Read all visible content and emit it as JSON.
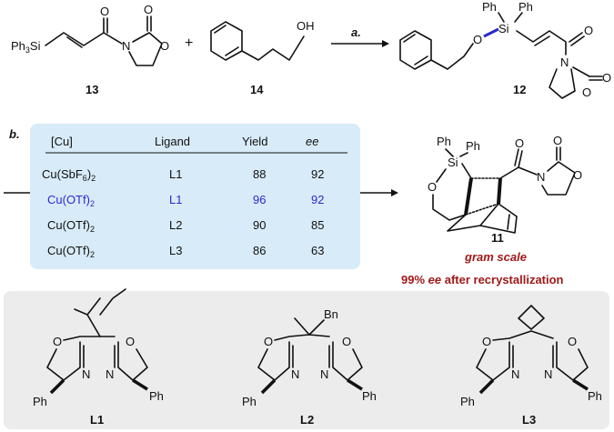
{
  "reaction": {
    "step_a": "a.",
    "step_b": "b.",
    "compounds": {
      "c13": "13",
      "c14": "14",
      "c12": "12",
      "c11": "11"
    },
    "atoms": {
      "ph3si": "Ph",
      "ph3si_sub": "3",
      "ph3si_si": "Si",
      "o": "O",
      "n": "N",
      "oh": "OH",
      "ph": "Ph",
      "si": "Si",
      "bn": "Bn"
    },
    "plus": "+"
  },
  "table": {
    "headers": [
      "[Cu]",
      "Ligand",
      "Yield",
      "ee"
    ],
    "rows": [
      {
        "cu": "Cu(SbF",
        "cu_sub": "6",
        "cu_end": ")",
        "cu_sub2": "2",
        "ligand": "L1",
        "yield": "88",
        "ee": "92"
      },
      {
        "cu": "Cu(OTf)",
        "cu_sub": "",
        "cu_end": "",
        "cu_sub2": "2",
        "ligand": "L1",
        "yield": "96",
        "ee": "92"
      },
      {
        "cu": "Cu(OTf)",
        "cu_sub": "",
        "cu_end": "",
        "cu_sub2": "2",
        "ligand": "L2",
        "yield": "90",
        "ee": "85"
      },
      {
        "cu": "Cu(OTf)",
        "cu_sub": "",
        "cu_end": "",
        "cu_sub2": "2",
        "ligand": "L3",
        "yield": "86",
        "ee": "63"
      }
    ]
  },
  "notes": {
    "gram_scale": "gram scale",
    "recryst_pre": "99% ",
    "recryst_ee": "ee",
    "recryst_post": " after recrystallization"
  },
  "ligands": {
    "l1": "L1",
    "l2": "L2",
    "l3": "L3"
  },
  "colors": {
    "table_bg": "#d8ebf8",
    "ligand_bg": "#ececec",
    "highlight_blue": "#2a2ad0",
    "note_red": "#a01818"
  }
}
